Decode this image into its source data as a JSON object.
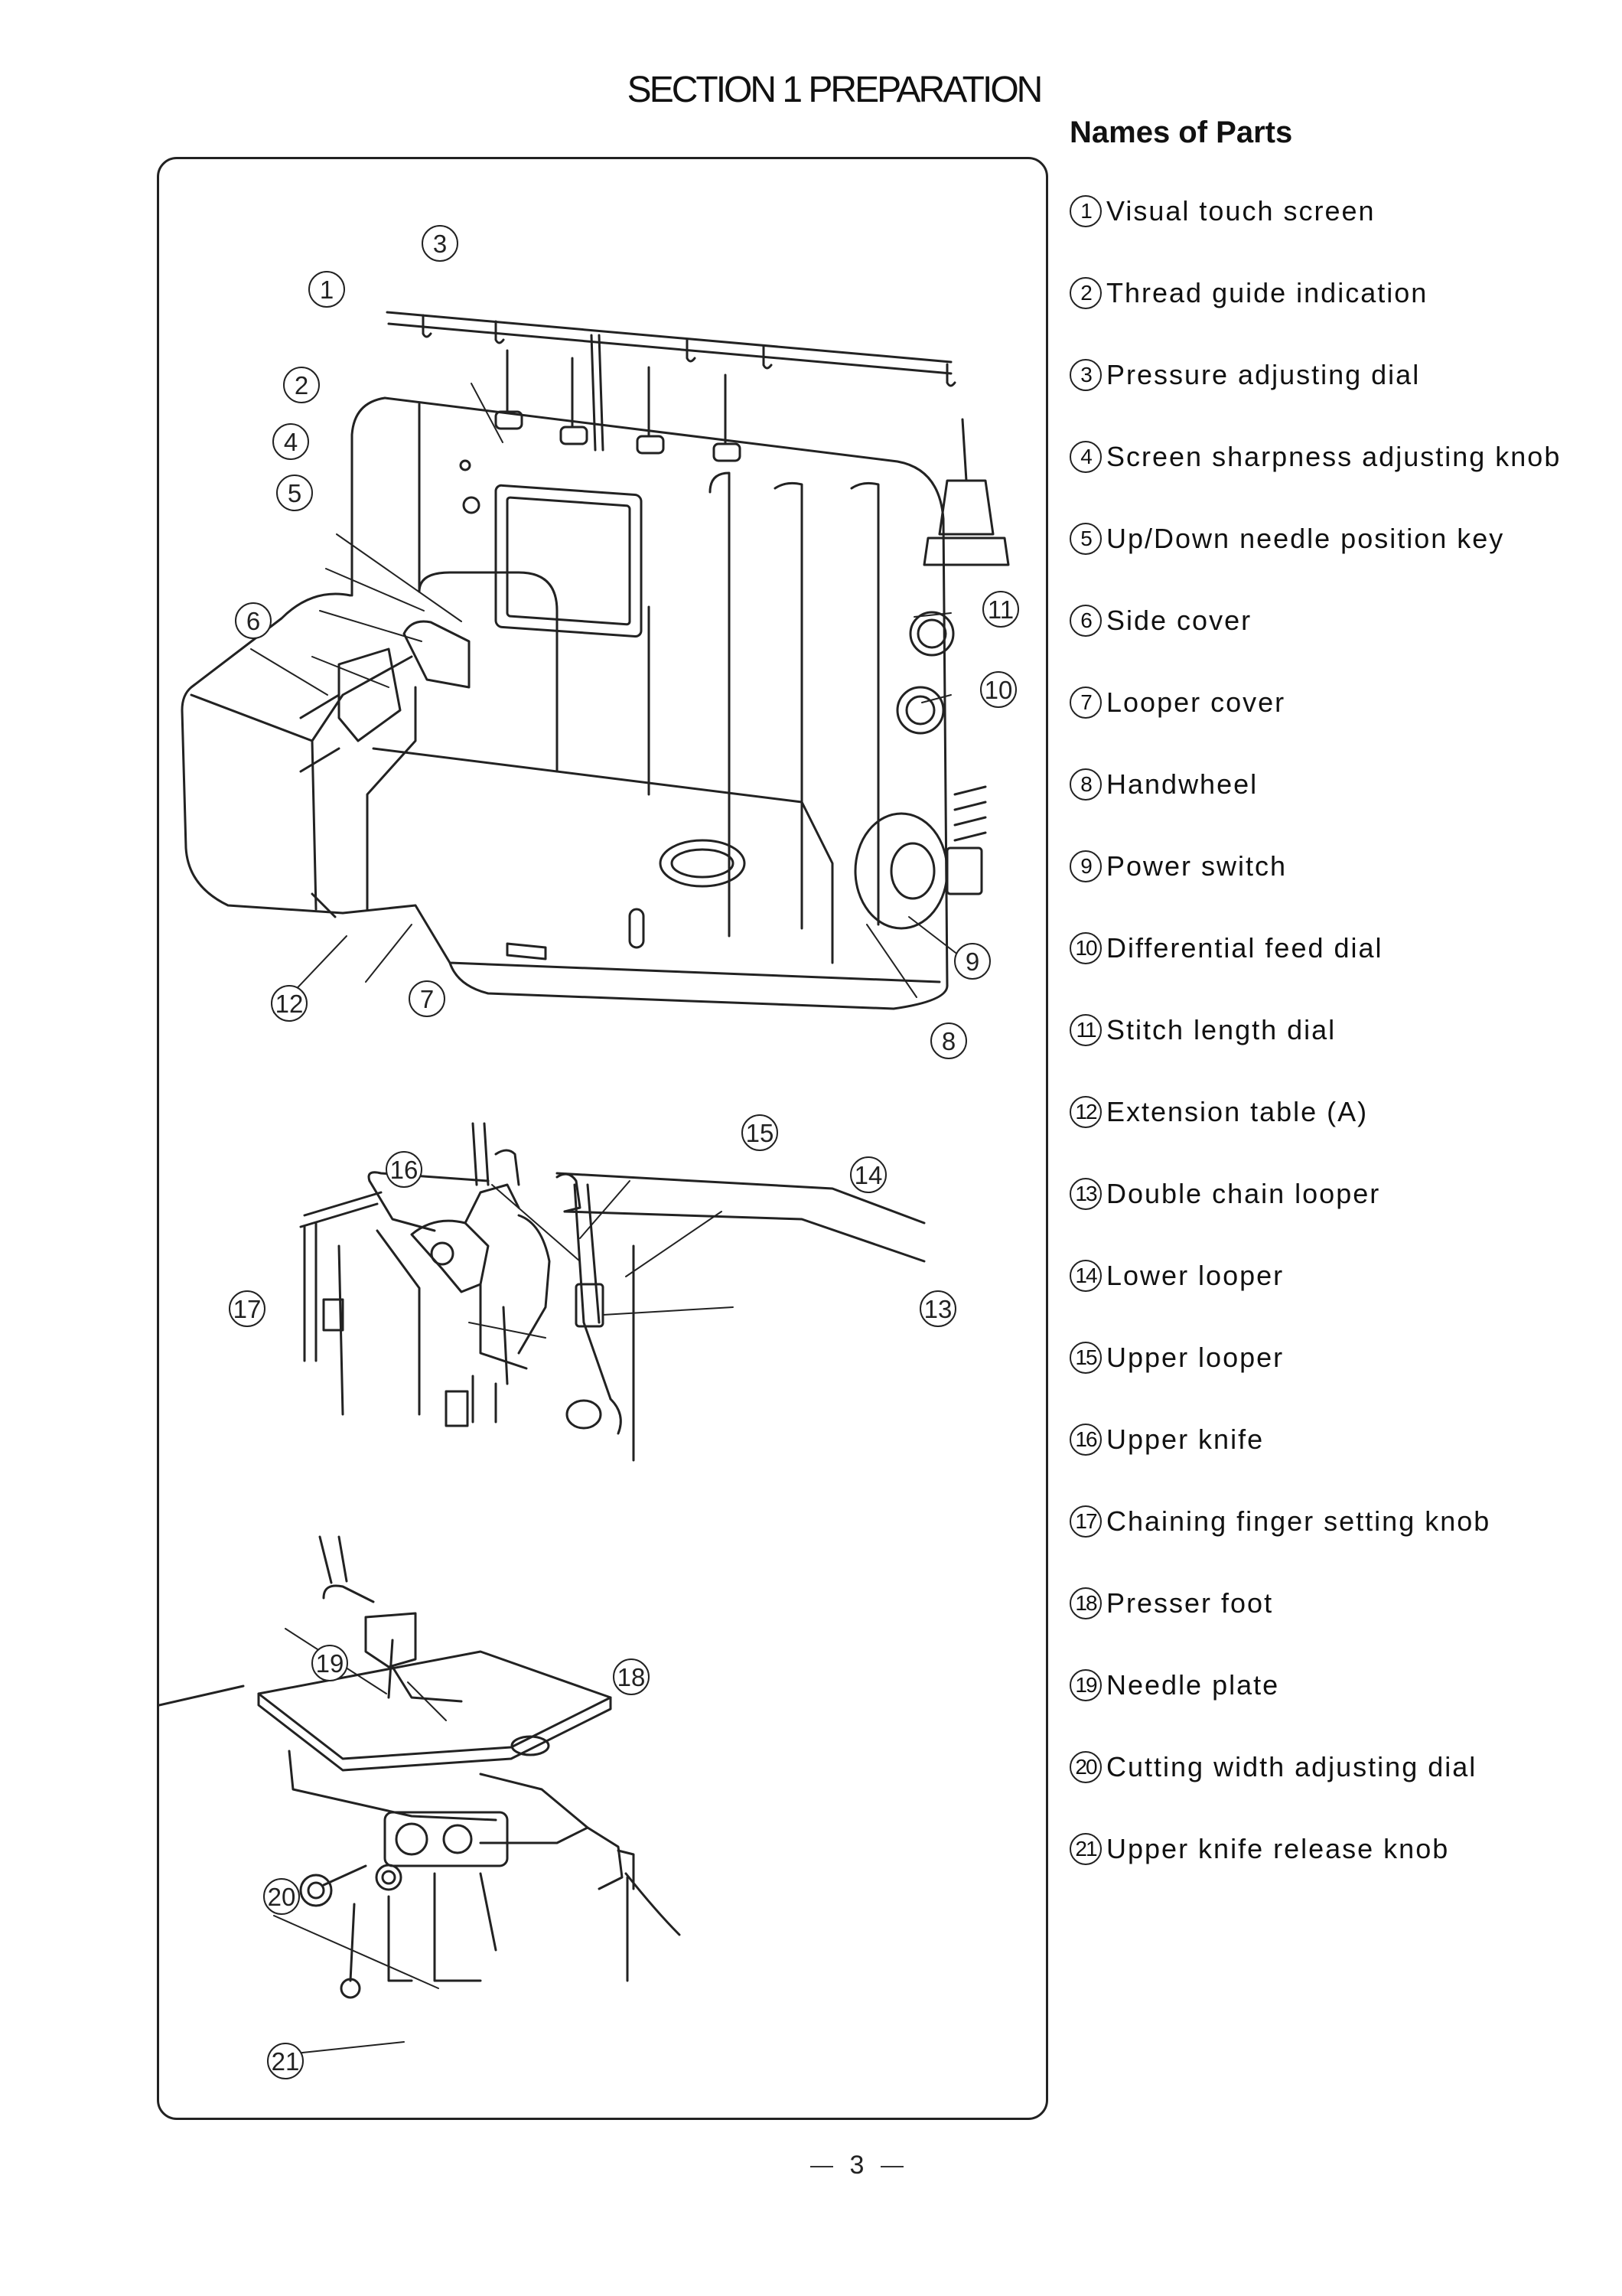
{
  "page": {
    "title": "SECTION 1 PREPARATION",
    "page_number": "3"
  },
  "parts_section": {
    "heading": "Names of Parts",
    "parts": [
      {
        "num": "1",
        "name": "Visual touch screen"
      },
      {
        "num": "2",
        "name": "Thread guide indication"
      },
      {
        "num": "3",
        "name": "Pressure adjusting dial"
      },
      {
        "num": "4",
        "name": "Screen sharpness adjusting knob"
      },
      {
        "num": "5",
        "name": "Up/Down needle position key"
      },
      {
        "num": "6",
        "name": "Side cover"
      },
      {
        "num": "7",
        "name": "Looper cover"
      },
      {
        "num": "8",
        "name": "Handwheel"
      },
      {
        "num": "9",
        "name": "Power switch"
      },
      {
        "num": "10",
        "name": "Differential feed dial"
      },
      {
        "num": "11",
        "name": "Stitch length dial"
      },
      {
        "num": "12",
        "name": "Extension table (A)"
      },
      {
        "num": "13",
        "name": "Double chain looper"
      },
      {
        "num": "14",
        "name": "Lower looper"
      },
      {
        "num": "15",
        "name": "Upper looper"
      },
      {
        "num": "16",
        "name": "Upper knife"
      },
      {
        "num": "17",
        "name": "Chaining finger setting knob"
      },
      {
        "num": "18",
        "name": "Presser foot"
      },
      {
        "num": "19",
        "name": "Needle plate"
      },
      {
        "num": "20",
        "name": "Cutting width adjusting dial"
      },
      {
        "num": "21",
        "name": "Upper knife release knob"
      }
    ]
  },
  "figure_callouts": [
    "1",
    "2",
    "3",
    "4",
    "5",
    "6",
    "7",
    "8",
    "9",
    "10",
    "11",
    "12",
    "13",
    "14",
    "15",
    "16",
    "17",
    "18",
    "19",
    "20",
    "21"
  ]
}
